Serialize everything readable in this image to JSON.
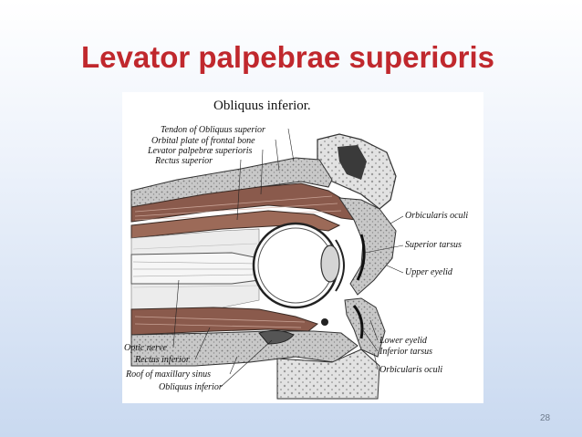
{
  "slide": {
    "title": "Levator palpebrae superioris",
    "page_number": "28"
  },
  "figure": {
    "top_label": "Obliquus inferior.",
    "left_labels": [
      "Tendon of Obliquus superior",
      "Orbital plate of frontal bone",
      "Levator palpebræ superioris",
      "Rectus superior"
    ],
    "right_labels": [
      "Orbicularis oculi",
      "Superior tarsus",
      "Upper eyelid",
      "Lower eyelid",
      "Inferior tarsus",
      "Orbicularis oculi"
    ],
    "bottom_left_labels": [
      "Optic nerve",
      "Rectus inferior",
      "Roof of maxillary sinus",
      "Obliquus inferior"
    ]
  }
}
